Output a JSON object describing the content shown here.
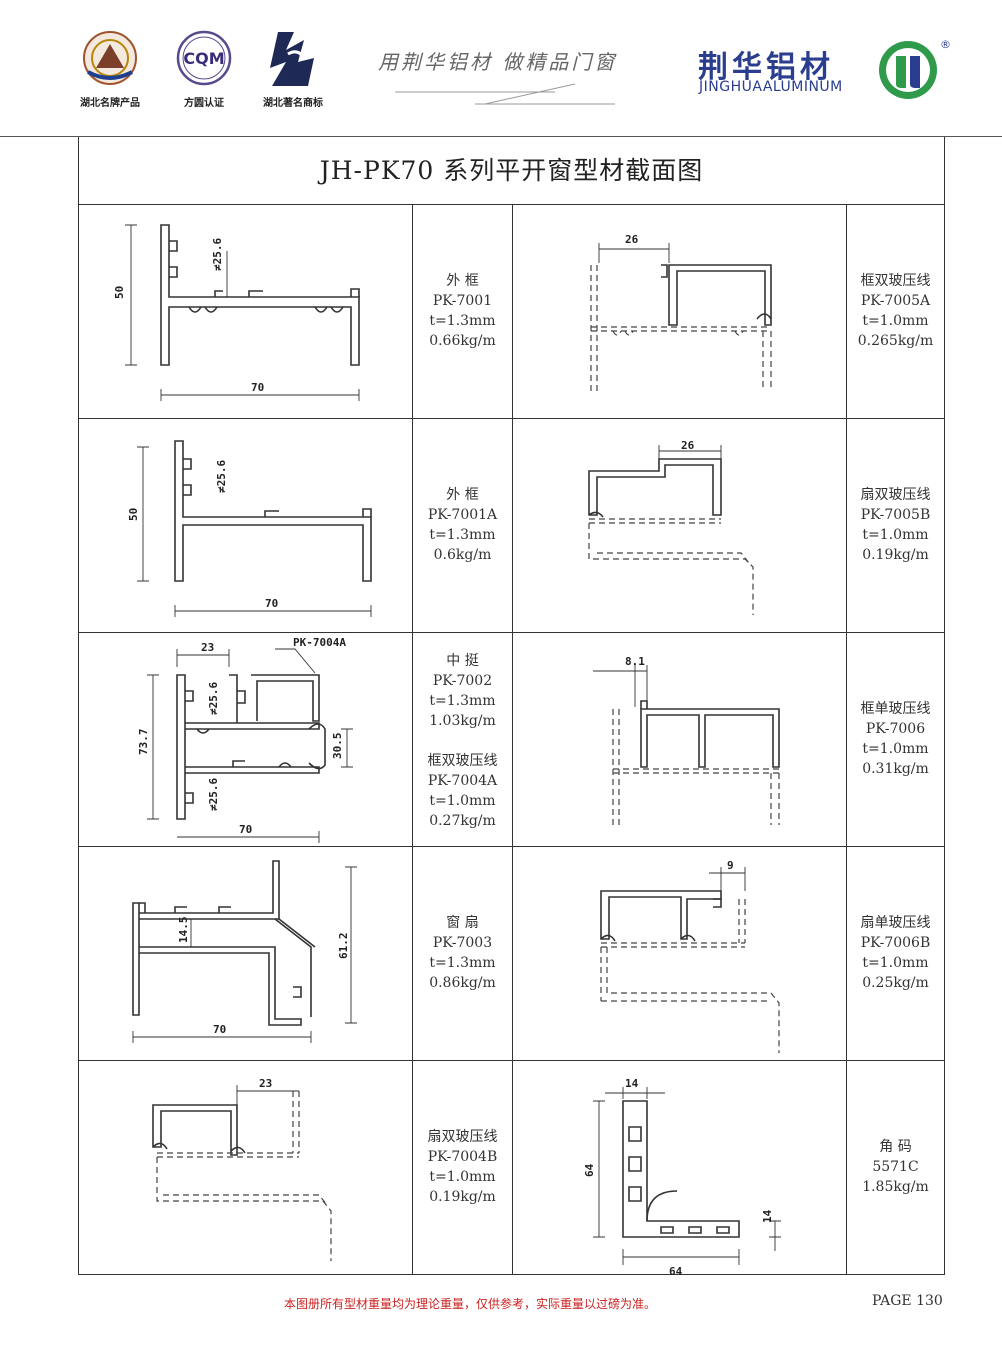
{
  "header": {
    "badges": [
      {
        "caption": "湖北名牌产品",
        "icon": "hubei-brand-seal-icon"
      },
      {
        "caption": "方圆认证",
        "icon": "cqm-certification-icon",
        "seal_text": "CQM"
      },
      {
        "caption": "湖北著名商标",
        "icon": "famous-trademark-icon"
      }
    ],
    "slogan": "用荆华铝材  做精品门窗",
    "brand_cn": "荆华铝材",
    "brand_en": "JINGHUAALUMINUM",
    "registered": "®",
    "brand_color": "#2a3d8f",
    "logo_colors": [
      "#2e9a4a",
      "#2a3d8f"
    ]
  },
  "title": "JH-PK70 系列平开窗型材截面图",
  "rows": [
    {
      "left": {
        "name": "外 框",
        "code": "PK-7001",
        "thickness": "t=1.3mm",
        "weight": "0.66kg/m",
        "dims": {
          "height": "50",
          "width": "70",
          "groove": "≠25.6"
        }
      },
      "right": {
        "name": "框双玻压线",
        "code": "PK-7005A",
        "thickness": "t=1.0mm",
        "weight": "0.265kg/m",
        "dims": {
          "top": "26"
        }
      }
    },
    {
      "left": {
        "name": "外 框",
        "code": "PK-7001A",
        "thickness": "t=1.3mm",
        "weight": "0.6kg/m",
        "dims": {
          "height": "50",
          "width": "70",
          "groove": "≠25.6"
        }
      },
      "right": {
        "name": "扇双玻压线",
        "code": "PK-7005B",
        "thickness": "t=1.0mm",
        "weight": "0.19kg/m",
        "dims": {
          "top": "26"
        }
      }
    },
    {
      "left": {
        "name": "中 挺",
        "code": "PK-7002",
        "thickness": "t=1.3mm",
        "weight": "1.03kg/m",
        "name2": "框双玻压线",
        "code2": "PK-7004A",
        "thickness2": "t=1.0mm",
        "weight2": "0.27kg/m",
        "dims": {
          "top": "23",
          "callout": "PK-7004A",
          "height": "73.7",
          "groove_top": "≠25.6",
          "groove_bottom": "≠25.6",
          "mid": "30.5",
          "width": "70"
        }
      },
      "right": {
        "name": "框单玻压线",
        "code": "PK-7006",
        "thickness": "t=1.0mm",
        "weight": "0.31kg/m",
        "dims": {
          "top": "8.1"
        }
      }
    },
    {
      "left": {
        "name": "窗 扇",
        "code": "PK-7003",
        "thickness": "t=1.3mm",
        "weight": "0.86kg/m",
        "dims": {
          "inner": "14.5",
          "height": "61.2",
          "width": "70"
        }
      },
      "right": {
        "name": "扇单玻压线",
        "code": "PK-7006B",
        "thickness": "t=1.0mm",
        "weight": "0.25kg/m",
        "dims": {
          "top": "9"
        }
      }
    },
    {
      "left": {
        "name": "扇双玻压线",
        "code": "PK-7004B",
        "thickness": "t=1.0mm",
        "weight": "0.19kg/m",
        "dims": {
          "top": "23"
        }
      },
      "right": {
        "name": "角 码",
        "code": "5571C",
        "weight": "1.85kg/m",
        "dims": {
          "top": "14",
          "height": "64",
          "width": "64",
          "side": "14"
        }
      }
    }
  ],
  "footer": {
    "note": "本图册所有型材重量均为理论重量，仅供参考，实际重量以过磅为准。",
    "page": "PAGE 130",
    "note_color": "#cc2222"
  }
}
